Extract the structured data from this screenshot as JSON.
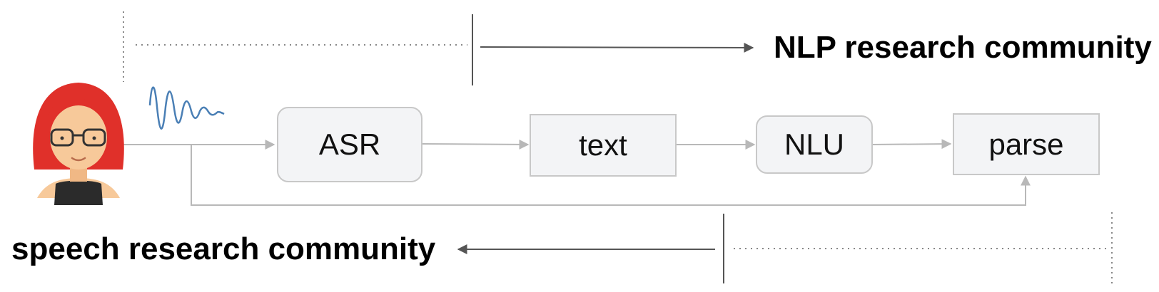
{
  "labels": {
    "nlp_community": "NLP research community",
    "speech_community": "speech research community"
  },
  "boxes": {
    "asr": "ASR",
    "text": "text",
    "nlu": "NLU",
    "parse": "parse"
  },
  "colors": {
    "flow_line": "#b8b8b8",
    "community_line": "#555555",
    "dotted_line": "#888888",
    "box_fill": "#f3f4f6",
    "box_border": "#c8c8c8",
    "waveform": "#4a7fb5",
    "hair": "#e0302a",
    "skin": "#f7c99a",
    "shirt": "#2b2b2b"
  },
  "icons": [
    "user-avatar-icon",
    "speech-waveform-icon"
  ]
}
